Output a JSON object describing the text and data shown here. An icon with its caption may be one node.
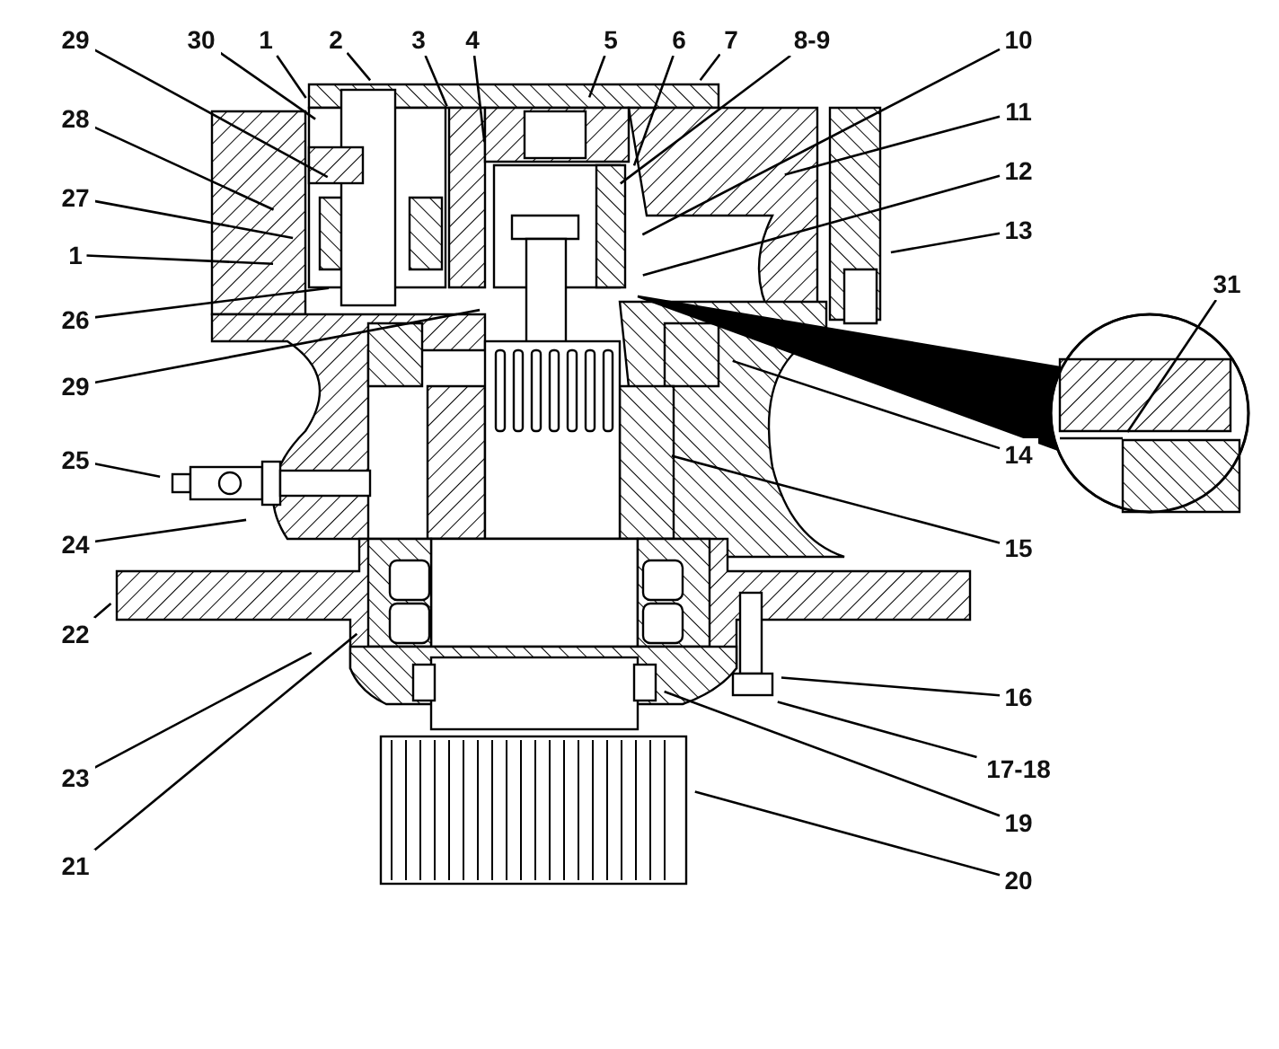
{
  "diagram": {
    "nodes": [
      {
        "text": [
          "29"
        ]
      },
      {
        "text": [
          "30"
        ]
      },
      {
        "text": [
          "1"
        ]
      },
      {
        "text": [
          "2"
        ]
      },
      {
        "text": [
          "3"
        ]
      },
      {
        "text": [
          "4"
        ]
      },
      {
        "text": [
          "5"
        ]
      },
      {
        "text": [
          "6"
        ]
      },
      {
        "text": [
          "7"
        ]
      },
      {
        "text": [
          "8-9"
        ]
      },
      {
        "text": [
          "10"
        ]
      },
      {
        "text": [
          "28"
        ]
      },
      {
        "text": [
          "27"
        ]
      },
      {
        "text": [
          "1"
        ]
      },
      {
        "text": [
          "26"
        ]
      },
      {
        "text": [
          "11"
        ]
      },
      {
        "text": [
          "12"
        ]
      },
      {
        "text": [
          "13"
        ]
      },
      {
        "text": [
          "31"
        ]
      },
      {
        "text": [
          "29"
        ]
      },
      {
        "text": [
          "14"
        ]
      },
      {
        "text": [
          "25"
        ]
      },
      {
        "text": [
          "24"
        ]
      },
      {
        "text": [
          "15"
        ]
      },
      {
        "text": [
          "22"
        ]
      },
      {
        "text": [
          "16"
        ]
      },
      {
        "text": [
          "23"
        ]
      },
      {
        "text": [
          "17-18"
        ]
      },
      {
        "text": [
          "19"
        ]
      },
      {
        "text": [
          "21"
        ]
      },
      {
        "text": [
          "20"
        ]
      }
    ],
    "edges": [
      {
        "from": 0,
        "to": null,
        "arrow": "none"
      },
      {
        "from": 1,
        "to": null,
        "arrow": "none"
      },
      {
        "from": 2,
        "to": null,
        "arrow": "none"
      },
      {
        "from": 3,
        "to": null,
        "arrow": "none"
      },
      {
        "from": 4,
        "to": null,
        "arrow": "none"
      },
      {
        "from": 5,
        "to": null,
        "arrow": "none"
      },
      {
        "from": 6,
        "to": null,
        "arrow": "none"
      },
      {
        "from": 7,
        "to": null,
        "arrow": "none"
      },
      {
        "from": 8,
        "to": null,
        "arrow": "none"
      },
      {
        "from": 9,
        "to": null,
        "arrow": "none"
      },
      {
        "from": 10,
        "to": null,
        "arrow": "none"
      },
      {
        "from": 11,
        "to": null,
        "arrow": "none"
      },
      {
        "from": 12,
        "to": null,
        "arrow": "none"
      },
      {
        "from": 13,
        "to": null,
        "arrow": "none"
      },
      {
        "from": 14,
        "to": null,
        "arrow": "none"
      },
      {
        "from": 15,
        "to": null,
        "arrow": "none"
      },
      {
        "from": 16,
        "to": null,
        "arrow": "none"
      },
      {
        "from": 17,
        "to": null,
        "arrow": "none"
      },
      {
        "from": 18,
        "to": null,
        "arrow": "none"
      },
      {
        "from": 19,
        "to": null,
        "arrow": "none"
      },
      {
        "from": 20,
        "to": null,
        "arrow": "none"
      },
      {
        "from": 21,
        "to": null,
        "arrow": "none"
      },
      {
        "from": 22,
        "to": null,
        "arrow": "none"
      },
      {
        "from": 23,
        "to": null,
        "arrow": "none"
      },
      {
        "from": 24,
        "to": null,
        "arrow": "none"
      },
      {
        "from": 25,
        "to": null,
        "arrow": "none"
      },
      {
        "from": 26,
        "to": null,
        "arrow": "none"
      },
      {
        "from": 27,
        "to": null,
        "arrow": "none"
      },
      {
        "from": 28,
        "to": null,
        "arrow": "none"
      },
      {
        "from": 29,
        "to": null,
        "arrow": "none"
      },
      {
        "from": 30,
        "to": null,
        "arrow": "none"
      }
    ]
  }
}
